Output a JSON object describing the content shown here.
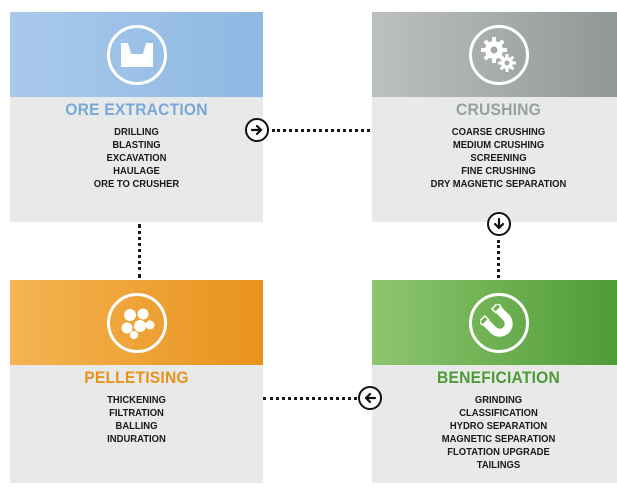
{
  "stages": {
    "ore": {
      "title": "ORE EXTRACTION",
      "icon": "pit-icon",
      "color": "#8fb8e3",
      "items": [
        "DRILLING",
        "BLASTING",
        "EXCAVATION",
        "HAULAGE",
        "ORE TO CRUSHER"
      ]
    },
    "crushing": {
      "title": "CRUSHING",
      "icon": "gears-icon",
      "color": "#9aa09d",
      "items": [
        "COARSE CRUSHING",
        "MEDIUM CRUSHING",
        "SCREENING",
        "FINE CRUSHING",
        "DRY MAGNETIC SEPARATION"
      ]
    },
    "pelletising": {
      "title": "PELLETISING",
      "icon": "pellets-icon",
      "color": "#e8921c",
      "items": [
        "THICKENING",
        "FILTRATION",
        "BALLING",
        "INDURATION"
      ]
    },
    "beneficiation": {
      "title": "BENEFICIATION",
      "icon": "magnet-icon",
      "color": "#4c9b35",
      "items": [
        "GRINDING",
        "CLASSIFICATION",
        "HYDRO SEPARATION",
        "MAGNETIC SEPARATION",
        "FLOTATION UPGRADE",
        "TAILINGS"
      ]
    }
  },
  "connectors": [
    {
      "from": "ore",
      "to": "crushing",
      "arrow": "arrow-right-icon"
    },
    {
      "from": "crushing",
      "to": "beneficiation",
      "arrow": "arrow-down-icon"
    },
    {
      "from": "beneficiation",
      "to": "pelletising",
      "arrow": "arrow-left-icon"
    },
    {
      "from": "pelletising",
      "to": "ore",
      "arrow": "none"
    }
  ]
}
